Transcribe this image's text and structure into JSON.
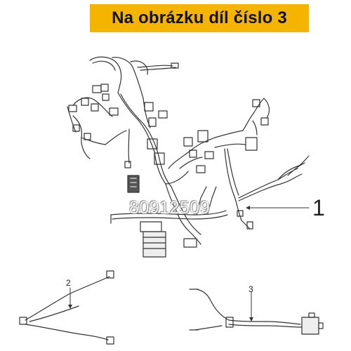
{
  "banner": {
    "text": "Na obrázku díl číslo 3",
    "color": "#f5b400"
  },
  "watermark": {
    "text": "80912509"
  },
  "callouts": {
    "one": "1",
    "two": "2",
    "three": "3"
  }
}
